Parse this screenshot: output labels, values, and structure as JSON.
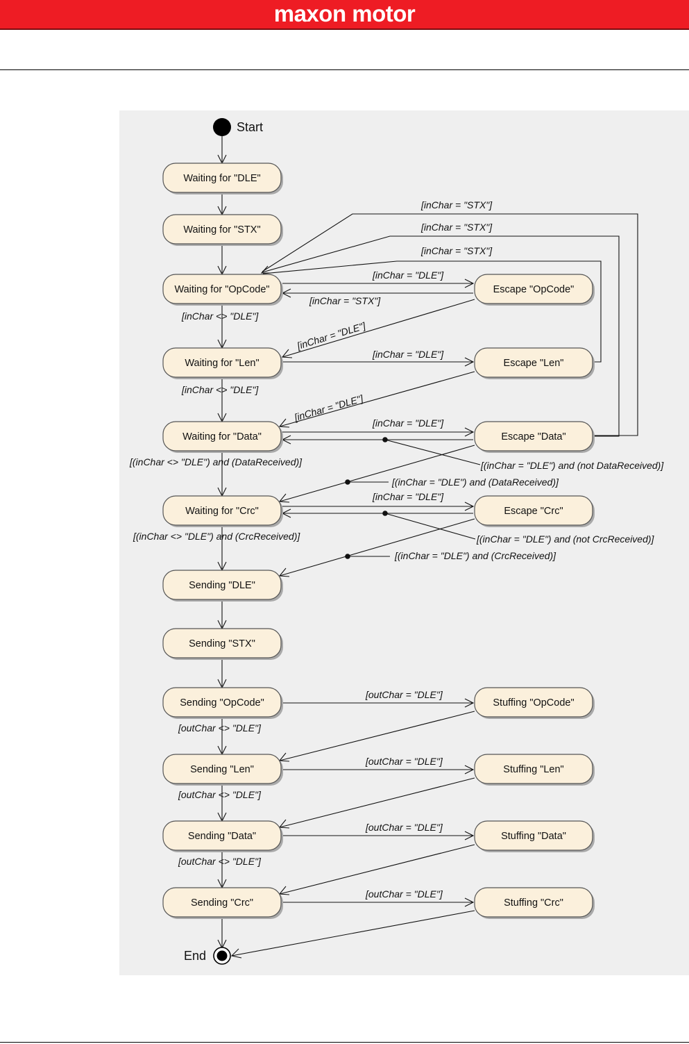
{
  "header": {
    "brand": "maxon motor"
  },
  "diagram": {
    "start_label": "Start",
    "end_label": "End",
    "states": {
      "wait_dle": "Waiting for \"DLE\"",
      "wait_stx": "Waiting for \"STX\"",
      "wait_opcode": "Waiting for \"OpCode\"",
      "wait_len": "Waiting for \"Len\"",
      "wait_data": "Waiting for \"Data\"",
      "wait_crc": "Waiting for \"Crc\"",
      "send_dle": "Sending \"DLE\"",
      "send_stx": "Sending \"STX\"",
      "send_opcode": "Sending \"OpCode\"",
      "send_len": "Sending \"Len\"",
      "send_data": "Sending \"Data\"",
      "send_crc": "Sending \"Crc\"",
      "esc_opcode": "Escape \"OpCode\"",
      "esc_len": "Escape \"Len\"",
      "esc_data": "Escape \"Data\"",
      "esc_crc": "Escape \"Crc\"",
      "stuff_opcode": "Stuffing \"OpCode\"",
      "stuff_len": "Stuffing \"Len\"",
      "stuff_data": "Stuffing \"Data\"",
      "stuff_crc": "Stuffing \"Crc\""
    },
    "labels": {
      "stx_top1": "[inChar = \"STX\"]",
      "stx_top2": "[inChar = \"STX\"]",
      "stx_top3": "[inChar = \"STX\"]",
      "dle_opcode": "[inChar = \"DLE\"]",
      "stx_back_opcode": "[inChar = \"STX\"]",
      "ne_dle_1": "[inChar <> \"DLE\"]",
      "dle_back_1": "[inChar = \"DLE\"]",
      "dle_len": "[inChar = \"DLE\"]",
      "ne_dle_2": "[inChar <> \"DLE\"]",
      "dle_back_2": "[inChar = \"DLE\"]",
      "dle_data": "[inChar = \"DLE\"]",
      "data_recv_cond": "[(inChar <> \"DLE\") and (DataReceived)]",
      "not_data_recv": "[(inChar = \"DLE\") and (not DataReceived)]",
      "dle_data_recv": "[(inChar = \"DLE\") and (DataReceived)]",
      "dle_crc": "[inChar = \"DLE\"]",
      "crc_recv_cond": "[(inChar <> \"DLE\") and (CrcReceived)]",
      "not_crc_recv": "[(inChar = \"DLE\") and (not CrcReceived)]",
      "dle_crc_recv": "[(inChar = \"DLE\") and (CrcReceived)]",
      "out_dle_1": "[outChar = \"DLE\"]",
      "out_ne_1": "[outChar <> \"DLE\"]",
      "out_dle_2": "[outChar = \"DLE\"]",
      "out_ne_2": "[outChar <> \"DLE\"]",
      "out_dle_3": "[outChar = \"DLE\"]",
      "out_ne_3": "[outChar <> \"DLE\"]",
      "out_dle_4": "[outChar = \"DLE\"]"
    }
  }
}
